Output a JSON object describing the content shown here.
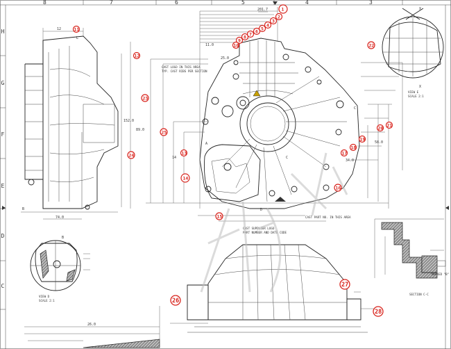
{
  "sheet": {
    "zone_columns": [
      "8",
      "7",
      "6",
      "5",
      "4",
      "3"
    ],
    "zone_rows": [
      "H",
      "G",
      "F",
      "E",
      "D",
      "C"
    ]
  },
  "callouts": [
    {
      "num": "1"
    },
    {
      "num": "2"
    },
    {
      "num": "3"
    },
    {
      "num": "4"
    },
    {
      "num": "5"
    },
    {
      "num": "6"
    },
    {
      "num": "7"
    },
    {
      "num": "8"
    },
    {
      "num": "9"
    },
    {
      "num": "10"
    },
    {
      "num": "11"
    },
    {
      "num": "12"
    },
    {
      "num": "13"
    },
    {
      "num": "14"
    },
    {
      "num": "15"
    },
    {
      "num": "16"
    },
    {
      "num": "17"
    },
    {
      "num": "18"
    },
    {
      "num": "19"
    },
    {
      "num": "20"
    },
    {
      "num": "21"
    },
    {
      "num": "22"
    },
    {
      "num": "23"
    },
    {
      "num": "24"
    },
    {
      "num": "25"
    },
    {
      "num": "26"
    },
    {
      "num": "27"
    },
    {
      "num": "28"
    }
  ],
  "dimensions": {
    "d_12": "12",
    "d_201": "201.7",
    "d_58": "58.0",
    "d_34": "34.0",
    "d_11": "11.0",
    "d_25": "25.0",
    "d_74": "74.0",
    "d_152": "152.0",
    "d_89": "89.0",
    "d_14": "14",
    "d_26": "26.0"
  },
  "notes": {
    "note_top": "CAST LOGO IN THIS AREA",
    "note_ribs": "TYP. CAST RIBS PER SECTION",
    "note_supplier": "CAST SUPPLIER LOGO",
    "note_part": "PART NUMBER AND DATE CODE",
    "note_bottom": "CAST PART NO. IN THIS AREA",
    "note_marked": "MARKED \"B\""
  },
  "views": {
    "view_e": "VIEW E",
    "scale_e": "SCALE 2:1",
    "view_d": "VIEW D",
    "scale_d": "SCALE 2:1",
    "section_cc": "SECTION C-C",
    "label_x": "X",
    "label_b": "B",
    "label_l": "L",
    "label_c": "C",
    "label_a": "A",
    "label_c2": "C",
    "label_dd": "D"
  },
  "colors": {
    "callout_red": "#d8231c",
    "line": "#222222",
    "paper": "#ffffff"
  }
}
